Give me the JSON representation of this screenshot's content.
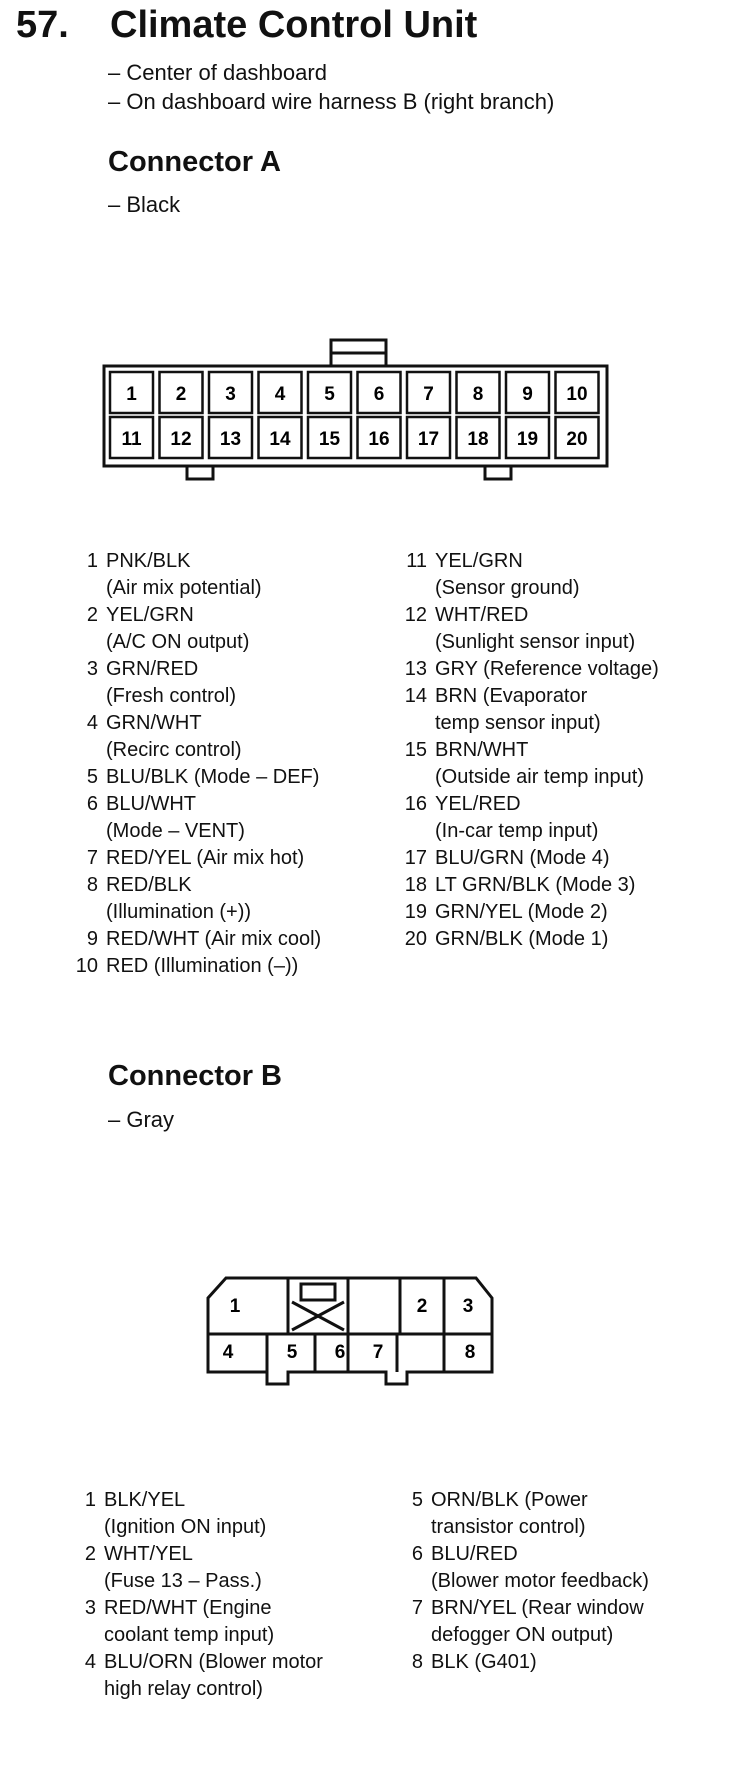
{
  "section": {
    "number": "57.",
    "title": "Climate Control Unit",
    "location": [
      "– Center of dashboard",
      "– On dashboard wire harness B (right branch)"
    ]
  },
  "connector_a": {
    "heading": "Connector A",
    "color": "– Black",
    "pins": [
      {
        "n": "1",
        "lines": [
          "PNK/BLK",
          "(Air mix potential)"
        ]
      },
      {
        "n": "2",
        "lines": [
          "YEL/GRN",
          "(A/C ON output)"
        ]
      },
      {
        "n": "3",
        "lines": [
          "GRN/RED",
          "(Fresh control)"
        ]
      },
      {
        "n": "4",
        "lines": [
          "GRN/WHT",
          "(Recirc control)"
        ]
      },
      {
        "n": "5",
        "lines": [
          "BLU/BLK (Mode – DEF)"
        ]
      },
      {
        "n": "6",
        "lines": [
          "BLU/WHT",
          "(Mode – VENT)"
        ]
      },
      {
        "n": "7",
        "lines": [
          "RED/YEL (Air mix hot)"
        ]
      },
      {
        "n": "8",
        "lines": [
          "RED/BLK",
          "(Illumination (+))"
        ]
      },
      {
        "n": "9",
        "lines": [
          "RED/WHT (Air mix cool)"
        ]
      },
      {
        "n": "10",
        "lines": [
          "RED (Illumination (–))"
        ]
      },
      {
        "n": "11",
        "lines": [
          "YEL/GRN",
          "(Sensor ground)"
        ]
      },
      {
        "n": "12",
        "lines": [
          "WHT/RED",
          "(Sunlight sensor input)"
        ]
      },
      {
        "n": "13",
        "lines": [
          "GRY (Reference voltage)"
        ]
      },
      {
        "n": "14",
        "lines": [
          "BRN (Evaporator",
          "temp sensor input)"
        ]
      },
      {
        "n": "15",
        "lines": [
          "BRN/WHT",
          "(Outside air temp input)"
        ]
      },
      {
        "n": "16",
        "lines": [
          "YEL/RED",
          "(In-car temp input)"
        ]
      },
      {
        "n": "17",
        "lines": [
          "BLU/GRN (Mode 4)"
        ]
      },
      {
        "n": "18",
        "lines": [
          "LT GRN/BLK (Mode 3)"
        ]
      },
      {
        "n": "19",
        "lines": [
          "GRN/YEL (Mode 2)"
        ]
      },
      {
        "n": "20",
        "lines": [
          "GRN/BLK (Mode 1)"
        ]
      }
    ],
    "cavity_labels": [
      "1",
      "2",
      "3",
      "4",
      "5",
      "6",
      "7",
      "8",
      "9",
      "10",
      "11",
      "12",
      "13",
      "14",
      "15",
      "16",
      "17",
      "18",
      "19",
      "20"
    ]
  },
  "connector_b": {
    "heading": "Connector B",
    "color": "– Gray",
    "pins": [
      {
        "n": "1",
        "lines": [
          "BLK/YEL",
          "(Ignition ON input)"
        ]
      },
      {
        "n": "2",
        "lines": [
          "WHT/YEL",
          "(Fuse 13 – Pass.)"
        ]
      },
      {
        "n": "3",
        "lines": [
          "RED/WHT (Engine",
          "coolant temp input)"
        ]
      },
      {
        "n": "4",
        "lines": [
          "BLU/ORN (Blower motor",
          "high relay control)"
        ]
      },
      {
        "n": "5",
        "lines": [
          "ORN/BLK (Power",
          "transistor control)"
        ]
      },
      {
        "n": "6",
        "lines": [
          "BLU/RED",
          "(Blower motor feedback)"
        ]
      },
      {
        "n": "7",
        "lines": [
          "BRN/YEL (Rear window",
          "defogger ON output)"
        ]
      },
      {
        "n": "8",
        "lines": [
          "BLK (G401)"
        ]
      }
    ],
    "cavity_labels": [
      "1",
      "2",
      "3",
      "4",
      "5",
      "6",
      "7",
      "8"
    ]
  }
}
